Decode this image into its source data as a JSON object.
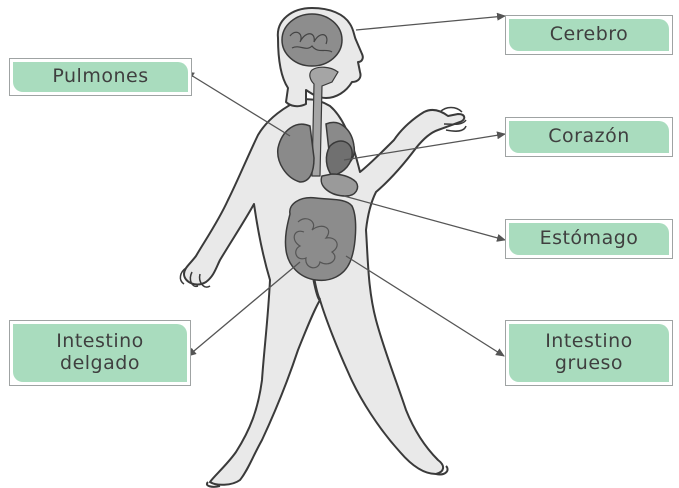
{
  "labels": {
    "brain": "Cerebro",
    "lungs": "Pulmones",
    "heart": "Corazón",
    "stomach": "Estómago",
    "small_intestine_line1": "Intestino",
    "small_intestine_line2": "delgado",
    "large_intestine_line1": "Intestino",
    "large_intestine_line2": "grueso"
  },
  "colors": {
    "label_fill": "#a9dcbe",
    "label_border": "#9fa3a3",
    "body_fill": "#e9e9e9",
    "outline": "#3a3a3a",
    "organ_fill": "#8a8a8a",
    "arrow": "#555555"
  }
}
